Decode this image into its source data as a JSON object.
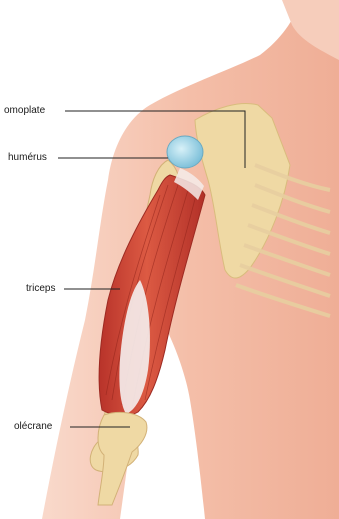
{
  "diagram": {
    "labels": {
      "omoplate": "omoplate",
      "humerus": "humérus",
      "triceps": "triceps",
      "olecrane": "olécrane"
    },
    "colors": {
      "skin": "#f2b8a2",
      "skin_light": "#f8d4c4",
      "bone": "#efd9a4",
      "cartilage": "#9fd3e6",
      "muscle": "#c9402e",
      "tendon": "#f4ecea",
      "leader": "#222222"
    }
  }
}
